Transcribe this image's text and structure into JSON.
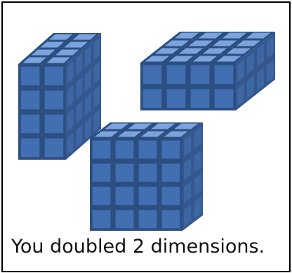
{
  "caption": "You doubled 2 dimensions.",
  "colors": {
    "front_face": "#416fb1",
    "top_face": "#7ba4dd",
    "side_face": "#33578e",
    "grid_line": "#2c4f82",
    "frame": "#000000"
  },
  "blocks": [
    {
      "name": "block-tall",
      "columns": 2,
      "rows": 4,
      "depth": 4
    },
    {
      "name": "block-wide",
      "columns": 4,
      "rows": 2,
      "depth": 4
    },
    {
      "name": "block-square",
      "columns": 4,
      "rows": 4,
      "depth": 2
    }
  ]
}
